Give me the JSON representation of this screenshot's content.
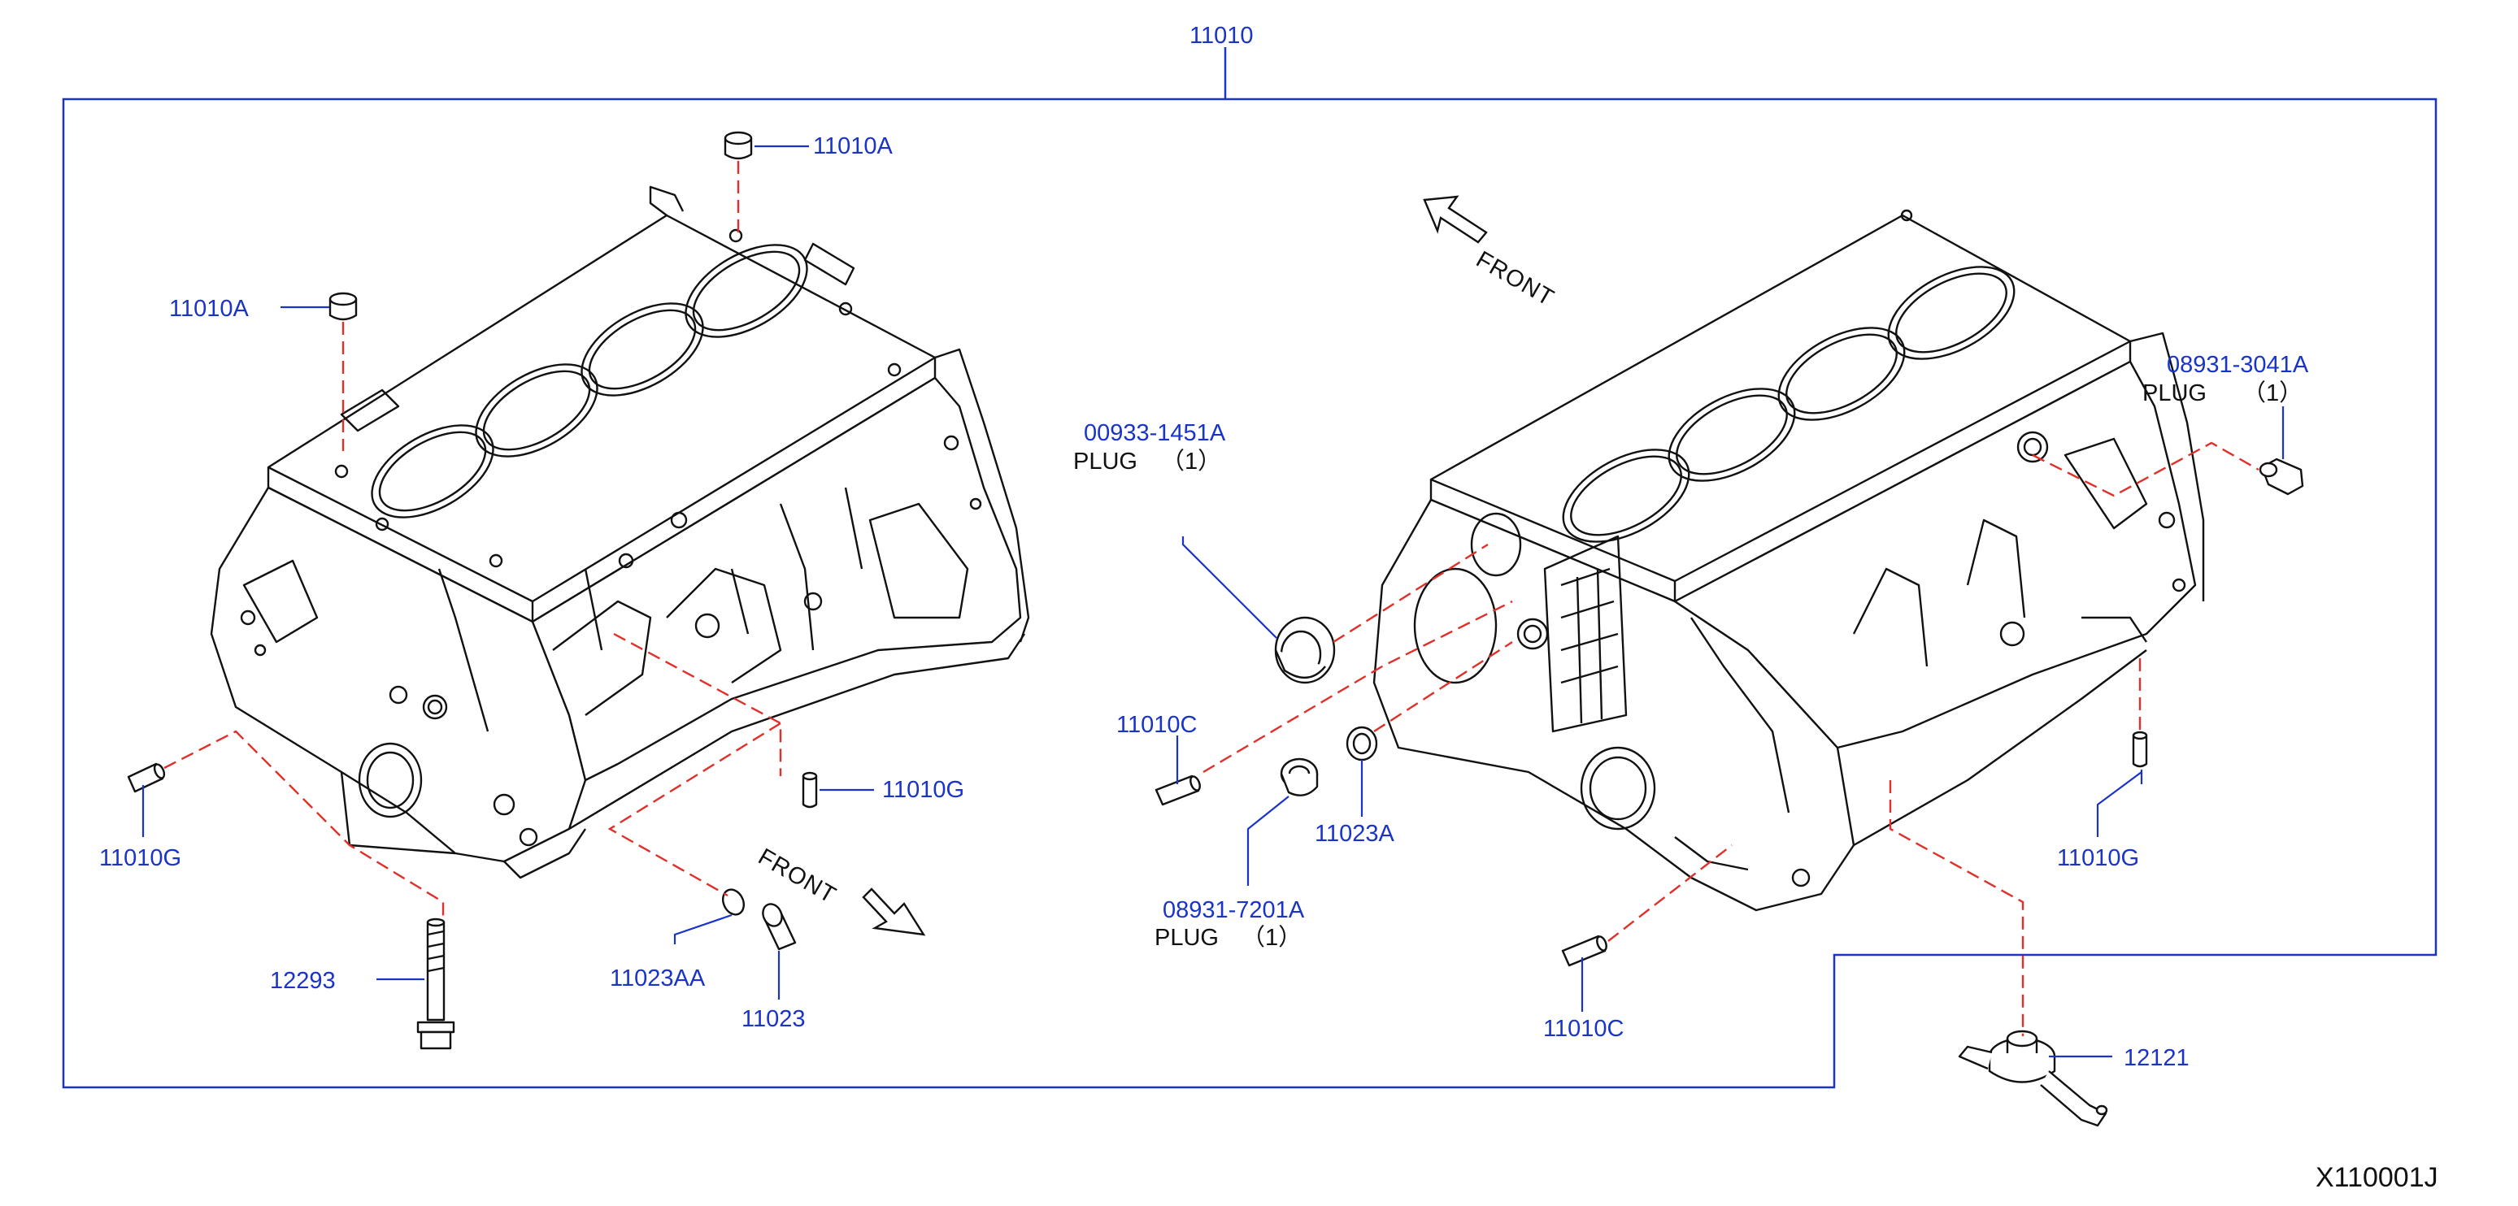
{
  "diagram_id": "X110001J",
  "parts": {
    "p11010": "11010",
    "p11010A_top": "11010A",
    "p11010A_left": "11010A",
    "p11010G_left": "11010G",
    "p11010G_mid": "11010G",
    "p11010G_right": "11010G",
    "p12293": "12293",
    "p11023AA": "11023AA",
    "p11023": "11023",
    "p00933": "00933-1451A",
    "p11010C_left": "11010C",
    "p11010C_bottom": "11010C",
    "p08931_7201": "08931-7201A",
    "p11023A": "11023A",
    "p08931_3041": "08931-3041A",
    "p12121": "12121"
  },
  "plugs": {
    "plug1": {
      "name": "PLUG",
      "qty": "（1）"
    },
    "plug2": {
      "name": "PLUG",
      "qty": "（1）"
    },
    "plug3": {
      "name": "PLUG",
      "qty": "（1）"
    }
  },
  "front_labels": {
    "left": "FRONT",
    "right": "FRONT"
  },
  "colors": {
    "callout": "#1a33c8",
    "dashed": "#e0302a",
    "drawing": "#111111"
  }
}
